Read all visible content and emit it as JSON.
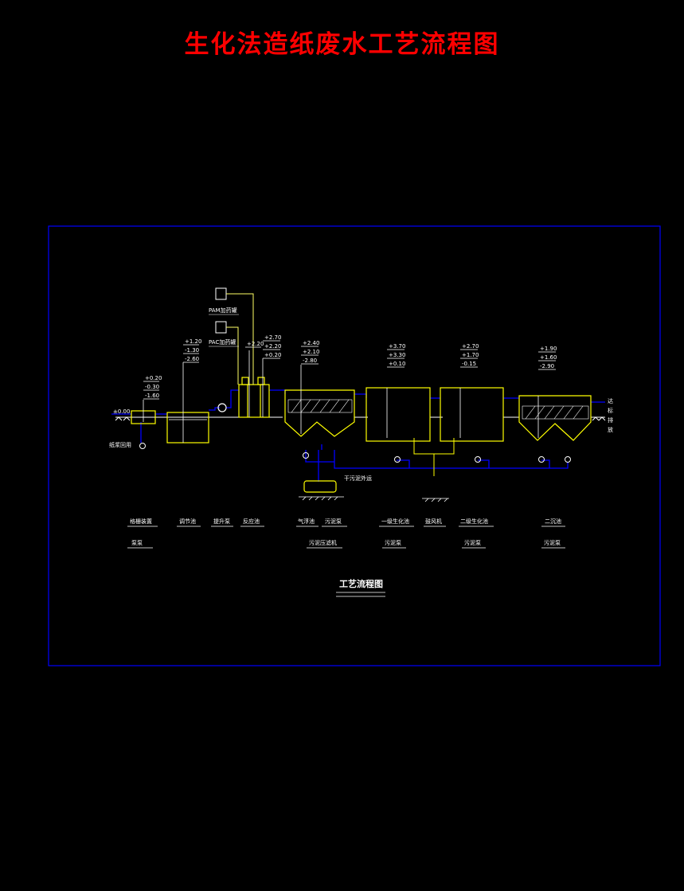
{
  "title": "生化法造纸废水工艺流程图",
  "colors": {
    "title": "#ff0000",
    "frame": "#0000ff",
    "equipment": "#ffff00",
    "pipe": "#0000ff",
    "lines": "#ffffff",
    "dose_lines": "#ffff66"
  },
  "dosing": [
    {
      "id": "pam",
      "label": "PAM加药罐"
    },
    {
      "id": "pac",
      "label": "PAC加药罐"
    }
  ],
  "elevations": {
    "screen": [
      "+0.20",
      "-0.30",
      "-1.60"
    ],
    "regulating": [
      "+1.20",
      "-1.30",
      "-2.60"
    ],
    "mixer": "+2.20",
    "reaction": [
      "+2.70",
      "+2.20",
      "+0.20"
    ],
    "flotation": [
      "+2.40",
      "+2.10",
      "-2.80"
    ],
    "bio1": [
      "+3.70",
      "+3.30",
      "+0.10"
    ],
    "bio2": [
      "+2.70",
      "+1.70",
      "-0.15"
    ],
    "clarifier": [
      "+1.90",
      "+1.60",
      "-2.90"
    ]
  },
  "ground_mark": "±0.00",
  "inlet_label": "纸浆回用",
  "outlet_label": "达标排放",
  "sludge_label": "干污泥外运",
  "units_row1": [
    "格栅装置",
    "调节池",
    "提升泵",
    "反应池",
    "气浮池",
    "污泥泵",
    "一级生化池",
    "鼓风机",
    "二级生化池",
    "二沉池"
  ],
  "units_row2": [
    "泵泵",
    "污泥压滤机",
    "污泥泵",
    "污泥泵",
    "污泥泵"
  ],
  "caption": "工艺流程图"
}
